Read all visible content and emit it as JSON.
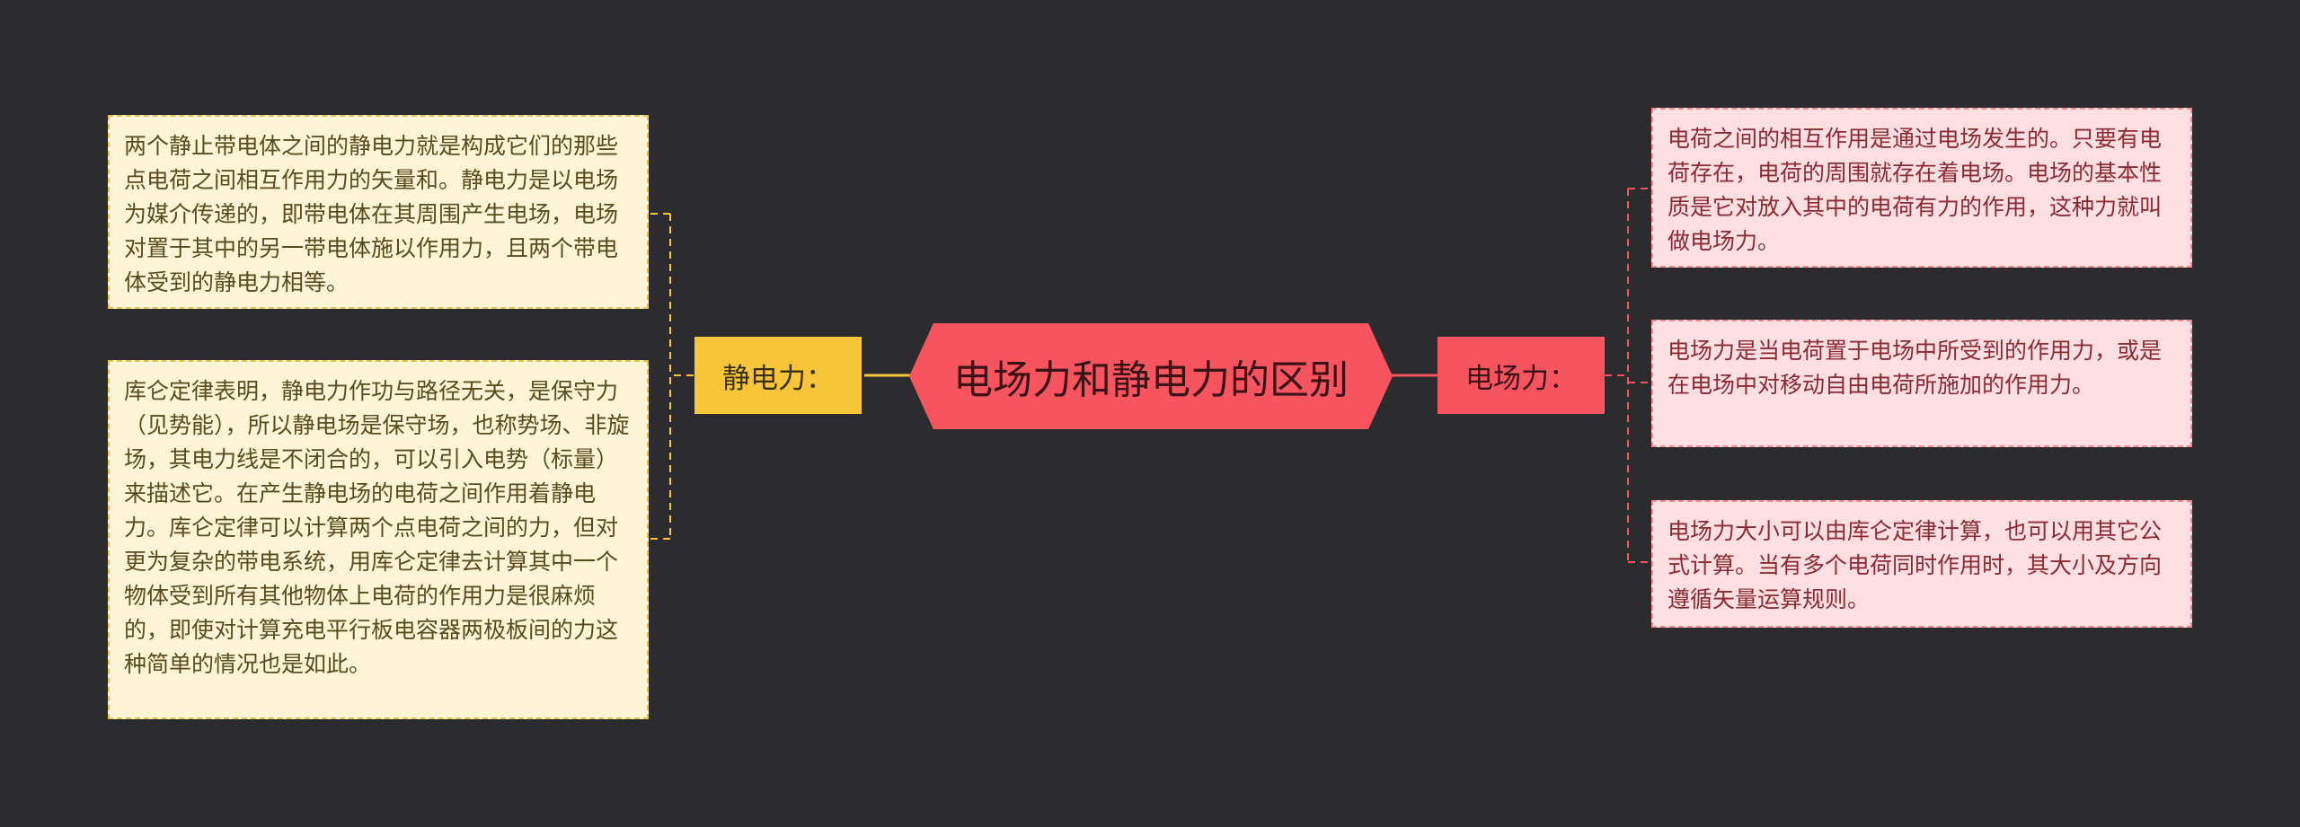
{
  "central": {
    "title": "电场力和静电力的区别"
  },
  "left_branch": {
    "label": "静电力：",
    "color": "#f7c53a",
    "items": [
      {
        "text": "两个静止带电体之间的静电力就是构成它们的那些点电荷之间相互作用力的矢量和。静电力是以电场为媒介传递的，即带电体在其周围产生电场，电场对置于其中的另一带电体施以作用力，且两个带电体受到的静电力相等。"
      },
      {
        "text": "库仑定律表明，静电力作功与路径无关，是保守力（见势能），所以静电场是保守场，也称势场、非旋场，其电力线是不闭合的，可以引入电势（标量）来描述它。在产生静电场的电荷之间作用着静电力。库仑定律可以计算两个点电荷之间的力，但对更为复杂的带电系统，用库仑定律去计算其中一个物体受到所有其他物体上电荷的作用力是很麻烦的，即使对计算充电平行板电容器两极板间的力这种简单的情况也是如此。"
      }
    ]
  },
  "right_branch": {
    "label": "电场力：",
    "color": "#f6545f",
    "items": [
      {
        "text": "电荷之间的相互作用是通过电场发生的。只要有电荷存在，电荷的周围就存在着电场。电场的基本性质是它对放入其中的电荷有力的作用，这种力就叫做电场力。"
      },
      {
        "text": "电场力是当电荷置于电场中所受到的作用力，或是在电场中对移动自由电荷所施加的作用力。"
      },
      {
        "text": "电场力大小可以由库仑定律计算，也可以用其它公式计算。当有多个电荷同时作用时，其大小及方向遵循矢量运算规则。"
      }
    ]
  },
  "colors": {
    "background": "#2c2c2e",
    "left_leaf_fill": "#fdf5d6",
    "right_leaf_fill": "#fddfe1"
  }
}
